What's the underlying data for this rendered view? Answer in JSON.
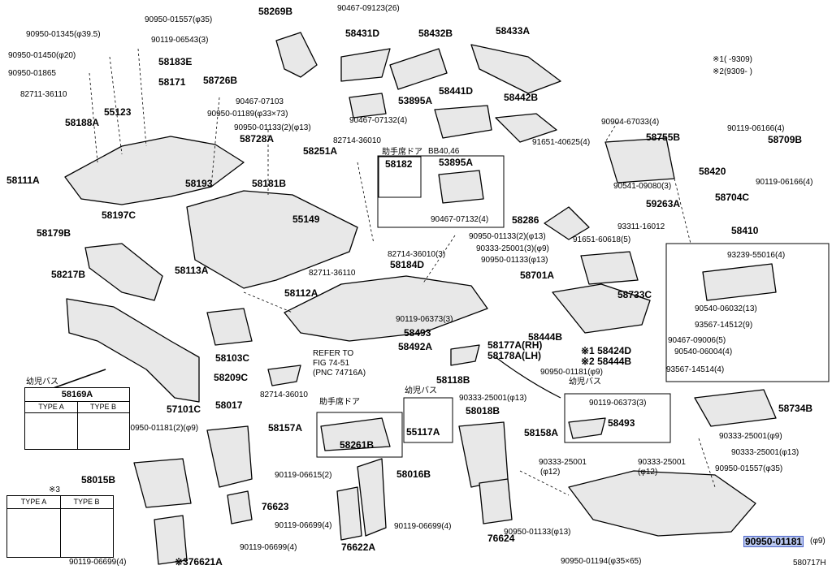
{
  "parts": [
    {
      "id": "p1",
      "text": "90950-01557(φ35)",
      "big": false
    },
    {
      "id": "p2",
      "text": "58269B",
      "big": true
    },
    {
      "id": "p3",
      "text": "90467-09123(26)",
      "big": false
    },
    {
      "id": "p4",
      "text": "58431D",
      "big": true
    },
    {
      "id": "p5",
      "text": "58432B",
      "big": true
    },
    {
      "id": "p6",
      "text": "58433A",
      "big": true
    },
    {
      "id": "p7",
      "text": "90950-01345(φ39.5)",
      "big": false
    },
    {
      "id": "p8",
      "text": "90119-06543(3)",
      "big": false
    },
    {
      "id": "p9",
      "text": "90950-01450(φ20)",
      "big": false
    },
    {
      "id": "p10",
      "text": "58183E",
      "big": true
    },
    {
      "id": "p11",
      "text": "90950-01865",
      "big": false
    },
    {
      "id": "p12",
      "text": "58171",
      "big": true
    },
    {
      "id": "p13",
      "text": "58726B",
      "big": true
    },
    {
      "id": "p14",
      "text": "90467-07103",
      "big": false
    },
    {
      "id": "p15",
      "text": "82711-36110",
      "big": false
    },
    {
      "id": "p16",
      "text": "55123",
      "big": true
    },
    {
      "id": "p17",
      "text": "90950-01189(φ33×73)",
      "big": false
    },
    {
      "id": "p18",
      "text": "53895A",
      "big": true
    },
    {
      "id": "p19",
      "text": "58441D",
      "big": true
    },
    {
      "id": "p20",
      "text": "58442B",
      "big": true
    },
    {
      "id": "p21",
      "text": "90467-07132(4)",
      "big": false
    },
    {
      "id": "p22",
      "text": "58188A",
      "big": true
    },
    {
      "id": "p23",
      "text": "90950-01133(2)(φ13)",
      "big": false
    },
    {
      "id": "p24",
      "text": "58728A",
      "big": true
    },
    {
      "id": "p25",
      "text": "82714-36010",
      "big": false
    },
    {
      "id": "p26",
      "text": "58251A",
      "big": true
    },
    {
      "id": "p27",
      "text": "助手席ドア",
      "big": false
    },
    {
      "id": "p28",
      "text": "BB40,46",
      "big": false
    },
    {
      "id": "p29",
      "text": "58111A",
      "big": true
    },
    {
      "id": "p30",
      "text": "58182",
      "big": true
    },
    {
      "id": "p31",
      "text": "53895A",
      "big": true
    },
    {
      "id": "p32",
      "text": "58181B",
      "big": true
    },
    {
      "id": "p33",
      "text": "58193",
      "big": true
    },
    {
      "id": "p34",
      "text": "90467-07132(4)",
      "big": false
    },
    {
      "id": "p35",
      "text": "58197C",
      "big": true
    },
    {
      "id": "p36",
      "text": "55149",
      "big": true
    },
    {
      "id": "p37",
      "text": "58179B",
      "big": true
    },
    {
      "id": "p38",
      "text": "90950-01133(2)(φ13)",
      "big": false
    },
    {
      "id": "p39",
      "text": "90333-25001(3)(φ9)",
      "big": false
    },
    {
      "id": "p40",
      "text": "58113A",
      "big": true
    },
    {
      "id": "p41",
      "text": "82714-36010(3)",
      "big": false
    },
    {
      "id": "p42",
      "text": "90950-01133(φ13)",
      "big": false
    },
    {
      "id": "p43",
      "text": "58217B",
      "big": true
    },
    {
      "id": "p44",
      "text": "82711-36110",
      "big": false
    },
    {
      "id": "p45",
      "text": "58184D",
      "big": true
    },
    {
      "id": "p46",
      "text": "58112A",
      "big": true
    },
    {
      "id": "p47",
      "text": "90119-06373(3)",
      "big": false
    },
    {
      "id": "p48",
      "text": "58493",
      "big": true
    },
    {
      "id": "p49",
      "text": "58492A",
      "big": true
    },
    {
      "id": "p50",
      "text": "58103C",
      "big": true
    },
    {
      "id": "p51",
      "text": "REFER TO",
      "big": false
    },
    {
      "id": "p52",
      "text": "FIG 74-51",
      "big": false
    },
    {
      "id": "p53",
      "text": "(PNC 74716A)",
      "big": false
    },
    {
      "id": "p54",
      "text": "58177A(RH)",
      "big": true
    },
    {
      "id": "p55",
      "text": "58178A(LH)",
      "big": true
    },
    {
      "id": "p56",
      "text": "58209C",
      "big": true
    },
    {
      "id": "p57",
      "text": "幼児バス",
      "big": false
    },
    {
      "id": "p58",
      "text": "82714-36010",
      "big": false
    },
    {
      "id": "p59",
      "text": "助手席ドア",
      "big": false
    },
    {
      "id": "p60",
      "text": "58118B",
      "big": true
    },
    {
      "id": "p61",
      "text": "幼児バス",
      "big": false
    },
    {
      "id": "p62",
      "text": "90333-25001(φ13)",
      "big": false
    },
    {
      "id": "p63",
      "text": "57101C",
      "big": true
    },
    {
      "id": "p64",
      "text": "58017",
      "big": true
    },
    {
      "id": "p65",
      "text": "58157A",
      "big": true
    },
    {
      "id": "p66",
      "text": "58018B",
      "big": true
    },
    {
      "id": "p67",
      "text": "90950-01181(2)(φ9)",
      "big": false
    },
    {
      "id": "p68",
      "text": "58261B",
      "big": true
    },
    {
      "id": "p69",
      "text": "55117A",
      "big": true
    },
    {
      "id": "p70",
      "text": "58158A",
      "big": true
    },
    {
      "id": "p71",
      "text": "90119-06615(2)",
      "big": false
    },
    {
      "id": "p72",
      "text": "58016B",
      "big": true
    },
    {
      "id": "p73",
      "text": "58015B",
      "big": true
    },
    {
      "id": "p74",
      "text": "76623",
      "big": true
    },
    {
      "id": "p75",
      "text": "90119-06699(4)",
      "big": false
    },
    {
      "id": "p76",
      "text": "90119-06699(4)",
      "big": false
    },
    {
      "id": "p77",
      "text": "76624",
      "big": true
    },
    {
      "id": "p78",
      "text": "90119-06699(4)",
      "big": false
    },
    {
      "id": "p79",
      "text": "76622A",
      "big": true
    },
    {
      "id": "p80",
      "text": "90119-06699(4)",
      "big": false
    },
    {
      "id": "p81",
      "text": "※376621A",
      "big": true
    },
    {
      "id": "p82",
      "text": "※1(      -9309)",
      "big": false
    },
    {
      "id": "p83",
      "text": "※2(9309-      )",
      "big": false
    },
    {
      "id": "p84",
      "text": "90904-67033(4)",
      "big": false
    },
    {
      "id": "p85",
      "text": "90119-06166(4)",
      "big": false
    },
    {
      "id": "p86",
      "text": "91651-40625(4)",
      "big": false
    },
    {
      "id": "p87",
      "text": "58755B",
      "big": true
    },
    {
      "id": "p88",
      "text": "58709B",
      "big": true
    },
    {
      "id": "p89",
      "text": "58420",
      "big": true
    },
    {
      "id": "p90",
      "text": "90541-09080(3)",
      "big": false
    },
    {
      "id": "p91",
      "text": "90119-06166(4)",
      "big": false
    },
    {
      "id": "p92",
      "text": "58704C",
      "big": true
    },
    {
      "id": "p93",
      "text": "58286",
      "big": true
    },
    {
      "id": "p94",
      "text": "59263A",
      "big": true
    },
    {
      "id": "p95",
      "text": "93311-16012",
      "big": false
    },
    {
      "id": "p96",
      "text": "58410",
      "big": true
    },
    {
      "id": "p97",
      "text": "91651-60618(5)",
      "big": false
    },
    {
      "id": "p98",
      "text": "93239-55016(4)",
      "big": false
    },
    {
      "id": "p99",
      "text": "58701A",
      "big": true
    },
    {
      "id": "p100",
      "text": "58733C",
      "big": true
    },
    {
      "id": "p101",
      "text": "90540-06032(13)",
      "big": false
    },
    {
      "id": "p102",
      "text": "93567-14512(9)",
      "big": false
    },
    {
      "id": "p103",
      "text": "58444B",
      "big": true
    },
    {
      "id": "p104",
      "text": "90467-09006(5)",
      "big": false
    },
    {
      "id": "p105",
      "text": "90540-06004(4)",
      "big": false
    },
    {
      "id": "p106",
      "text": "※1 58424D",
      "big": true
    },
    {
      "id": "p107",
      "text": "※2 58444B",
      "big": true
    },
    {
      "id": "p108",
      "text": "93567-14514(4)",
      "big": false
    },
    {
      "id": "p109",
      "text": "90950-01181(φ9)",
      "big": false
    },
    {
      "id": "p110",
      "text": "幼児バス",
      "big": false
    },
    {
      "id": "p111",
      "text": "90119-06373(3)",
      "big": false
    },
    {
      "id": "p112",
      "text": "58734B",
      "big": true
    },
    {
      "id": "p113",
      "text": "58493",
      "big": true
    },
    {
      "id": "p114",
      "text": "90333-25001(φ9)",
      "big": false
    },
    {
      "id": "p115",
      "text": "90333-25001",
      "big": false
    },
    {
      "id": "p116",
      "text": "90333-25001",
      "big": false
    },
    {
      "id": "p117",
      "text": "90333-25001(φ13)",
      "big": false
    },
    {
      "id": "p118",
      "text": "(φ12)",
      "big": false
    },
    {
      "id": "p119",
      "text": "(φ12)",
      "big": false
    },
    {
      "id": "p120",
      "text": "90950-01557(φ35)",
      "big": false
    },
    {
      "id": "p121",
      "text": "90950-01133(φ13)",
      "big": false
    },
    {
      "id": "p122",
      "text": "90950-01181",
      "big": true,
      "highlight": true
    },
    {
      "id": "p123",
      "text": "(φ9)",
      "big": false
    },
    {
      "id": "p124",
      "text": "90950-01194(φ35×65)",
      "big": false
    },
    {
      "id": "p125",
      "text": "580717H",
      "big": false
    }
  ],
  "table_58169A": {
    "title": "58169A",
    "type_a": "TYPE A",
    "type_b": "TYPE B"
  },
  "table_76621": {
    "note": "※3",
    "type_a": "TYPE A",
    "type_b": "TYPE B"
  }
}
